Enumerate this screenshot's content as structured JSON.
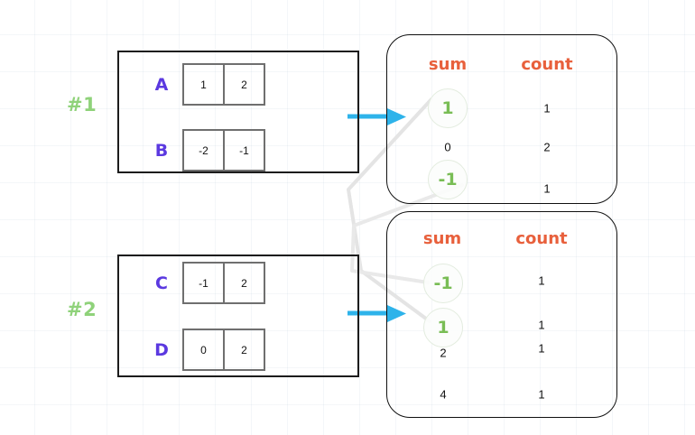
{
  "diagram": {
    "title": "combine-by-sum aggregation",
    "colors": {
      "step_label": "#8fd27a",
      "row_label": "#5b39e0",
      "header": "#e8603c",
      "highlight": "#79bd55",
      "arrow": "#2eb3ea",
      "connector": "#e2e2e2",
      "box_border": "#1c1c1c",
      "cell_border": "#6f6f6f"
    },
    "steps": [
      {
        "id": "step-1",
        "label": "#1"
      },
      {
        "id": "step-2",
        "label": "#2"
      }
    ],
    "matrices": [
      {
        "id": "matrix-1",
        "rows": [
          {
            "label": "A",
            "cells": [
              "1",
              "2"
            ]
          },
          {
            "label": "B",
            "cells": [
              "-2",
              "-1"
            ]
          }
        ]
      },
      {
        "id": "matrix-2",
        "rows": [
          {
            "label": "C",
            "cells": [
              "-1",
              "2"
            ]
          },
          {
            "label": "D",
            "cells": [
              "0",
              "2"
            ]
          }
        ]
      }
    ],
    "tables": [
      {
        "id": "table-1",
        "headers": {
          "sum": "sum",
          "count": "count"
        },
        "rows": [
          {
            "sum": "1",
            "count": "1",
            "highlight": true
          },
          {
            "sum": "0",
            "count": "2",
            "highlight": false
          },
          {
            "sum": "-1",
            "count": "1",
            "highlight": true
          }
        ]
      },
      {
        "id": "table-2",
        "headers": {
          "sum": "sum",
          "count": "count"
        },
        "rows": [
          {
            "sum": "-1",
            "count": "1",
            "highlight": true
          },
          {
            "sum": "1",
            "count": "1",
            "highlight": true
          },
          {
            "sum": "2",
            "count": "1",
            "highlight": false
          },
          {
            "sum": "4",
            "count": "1",
            "highlight": false
          }
        ]
      }
    ],
    "arrows": [
      {
        "id": "arrow-1",
        "from": "matrix-1",
        "to": "table-1"
      },
      {
        "id": "arrow-2",
        "from": "matrix-2",
        "to": "table-2"
      }
    ],
    "connectors": [
      {
        "id": "connector-sum-1",
        "from": "table-1.sum=1",
        "to": "table-2.sum=1"
      },
      {
        "id": "connector-sum-m1",
        "from": "table-1.sum=-1",
        "to": "table-2.sum=-1"
      }
    ]
  }
}
